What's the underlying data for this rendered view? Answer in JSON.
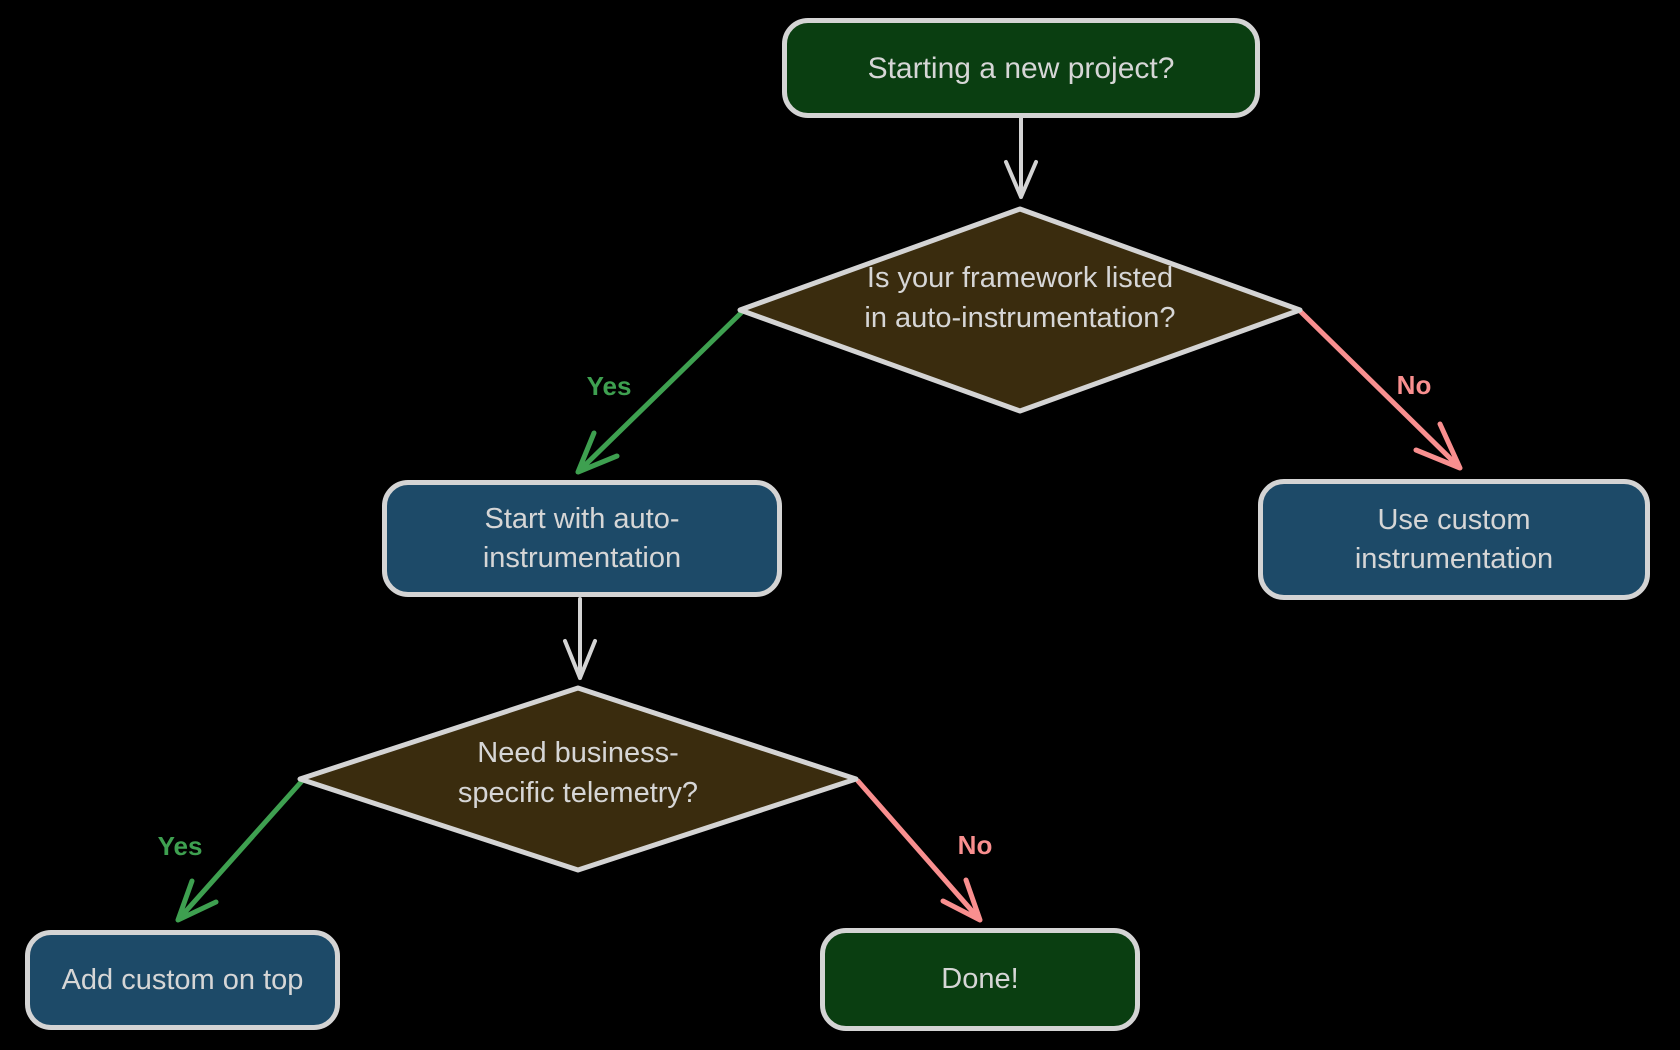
{
  "colors": {
    "background": "#000000",
    "node_green": "#0a3e11",
    "node_blue": "#1d4a68",
    "decision_brown": "#3a2c0e",
    "outline": "#d4d4d4",
    "text": "#d6d6d6",
    "yes_green": "#3ea050",
    "no_pink": "#f98f8f"
  },
  "nodes": {
    "start": {
      "label": "Starting a new project?"
    },
    "framework_question": {
      "label": "Is your framework listed\nin auto-instrumentation?"
    },
    "auto_instrumentation": {
      "label": "Start with auto-\ninstrumentation"
    },
    "custom_instrumentation": {
      "label": "Use custom\ninstrumentation"
    },
    "telemetry_question": {
      "label": "Need business-\nspecific telemetry?"
    },
    "add_custom": {
      "label": "Add custom on top"
    },
    "done": {
      "label": "Done!"
    }
  },
  "edge_labels": {
    "yes1": {
      "label": "Yes"
    },
    "no1": {
      "label": "No"
    },
    "yes2": {
      "label": "Yes"
    },
    "no2": {
      "label": "No"
    }
  }
}
